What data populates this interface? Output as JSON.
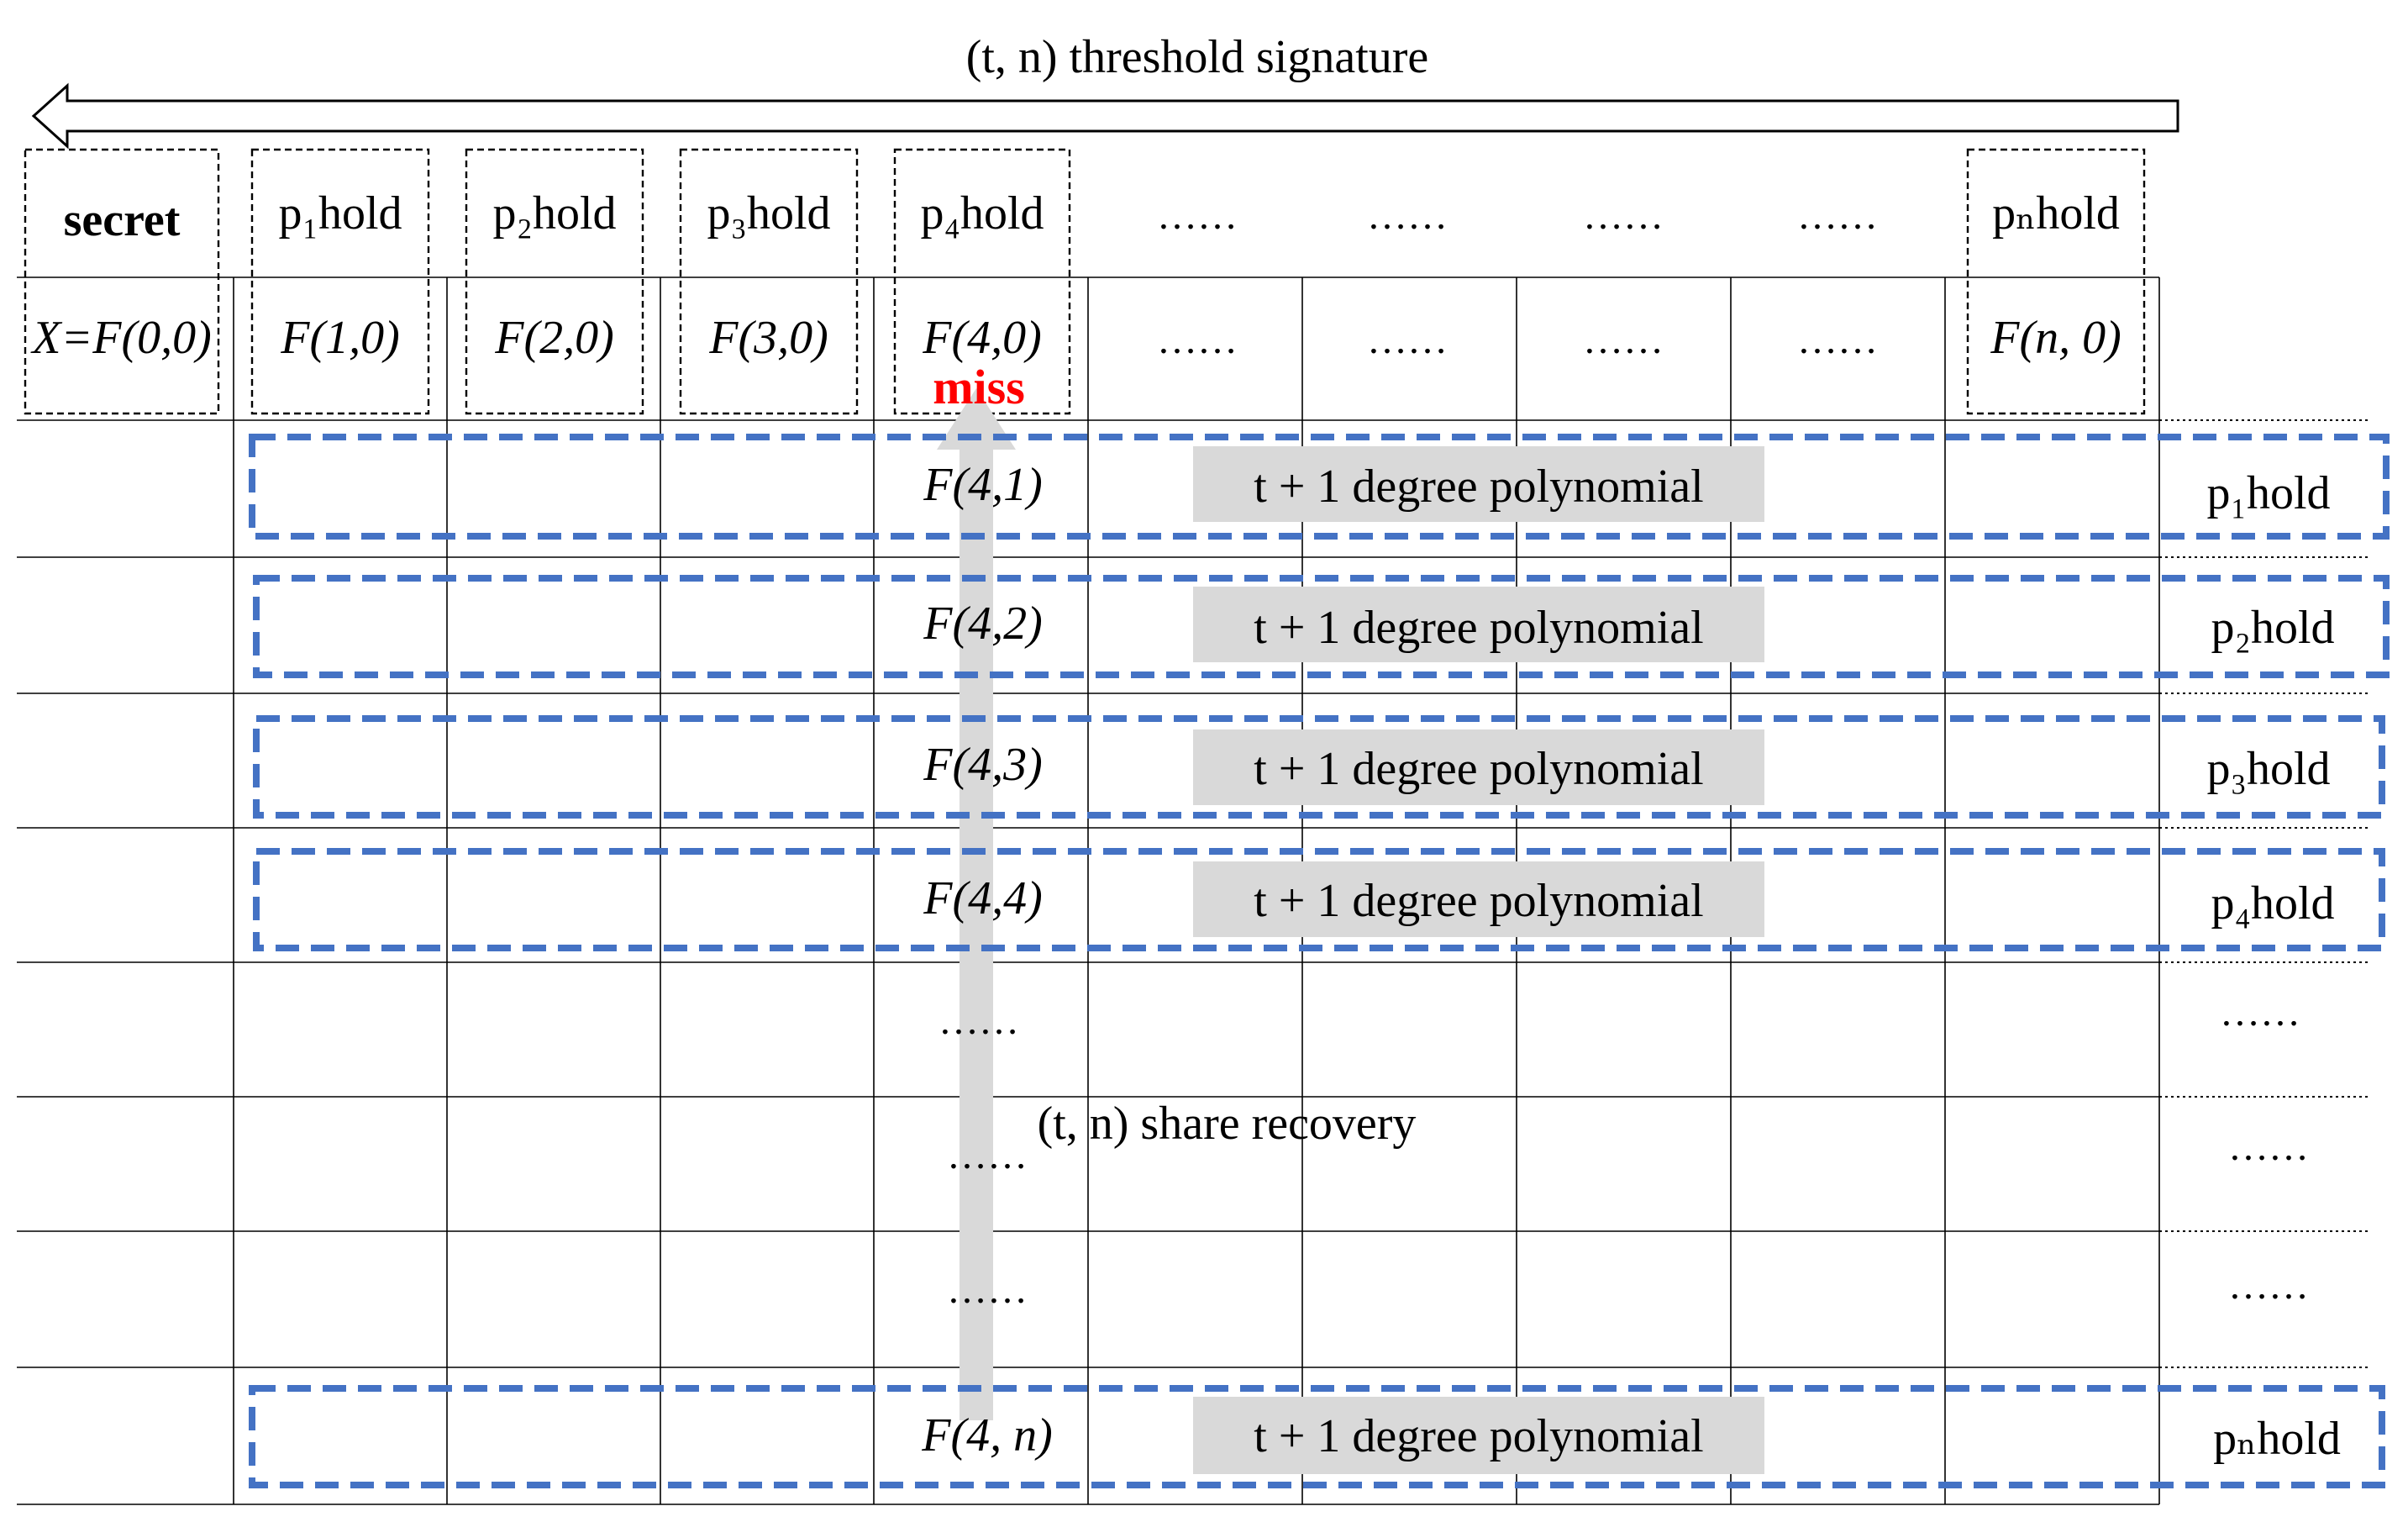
{
  "title": "(t, n) threshold signature",
  "top_row": {
    "secret_label": "secret",
    "secret_value": "X=F(0,0)",
    "parties": [
      {
        "hold": "p₁hold",
        "value": "F(1,0)"
      },
      {
        "hold": "p₂hold",
        "value": "F(2,0)"
      },
      {
        "hold": "p₃hold",
        "value": "F(3,0)"
      },
      {
        "hold": "p₄hold",
        "value": "F(4,0)"
      },
      {
        "hold": "pₙhold",
        "value": "F(n, 0)"
      }
    ],
    "ellipsis": "……"
  },
  "miss_label": "miss",
  "miss_color": "#ff0000",
  "rows": [
    {
      "value": "F(4,1)",
      "poly": "t + 1 degree polynomial",
      "hold": "p₁hold"
    },
    {
      "value": "F(4,2)",
      "poly": "t + 1 degree polynomial",
      "hold": "p₂hold"
    },
    {
      "value": "F(4,3)",
      "poly": "t + 1 degree polynomial",
      "hold": "p₃hold"
    },
    {
      "value": "F(4,4)",
      "poly": "t + 1 degree polynomial",
      "hold": "p₄hold"
    },
    {
      "value": "……",
      "poly": "",
      "hold": "……"
    },
    {
      "value": "……",
      "poly": "",
      "hold": "……"
    },
    {
      "value": "……",
      "poly": "",
      "hold": "……"
    },
    {
      "value": "F(4, n)",
      "poly": "t + 1 degree polynomial",
      "hold": "pₙhold"
    }
  ],
  "share_recovery_label": "(t, n) share recovery",
  "colors": {
    "dashed_box": "#4472c4",
    "poly_fill": "#d9d9d9",
    "recovery_arrow": "#d9d9d9",
    "grid": "#000000"
  }
}
